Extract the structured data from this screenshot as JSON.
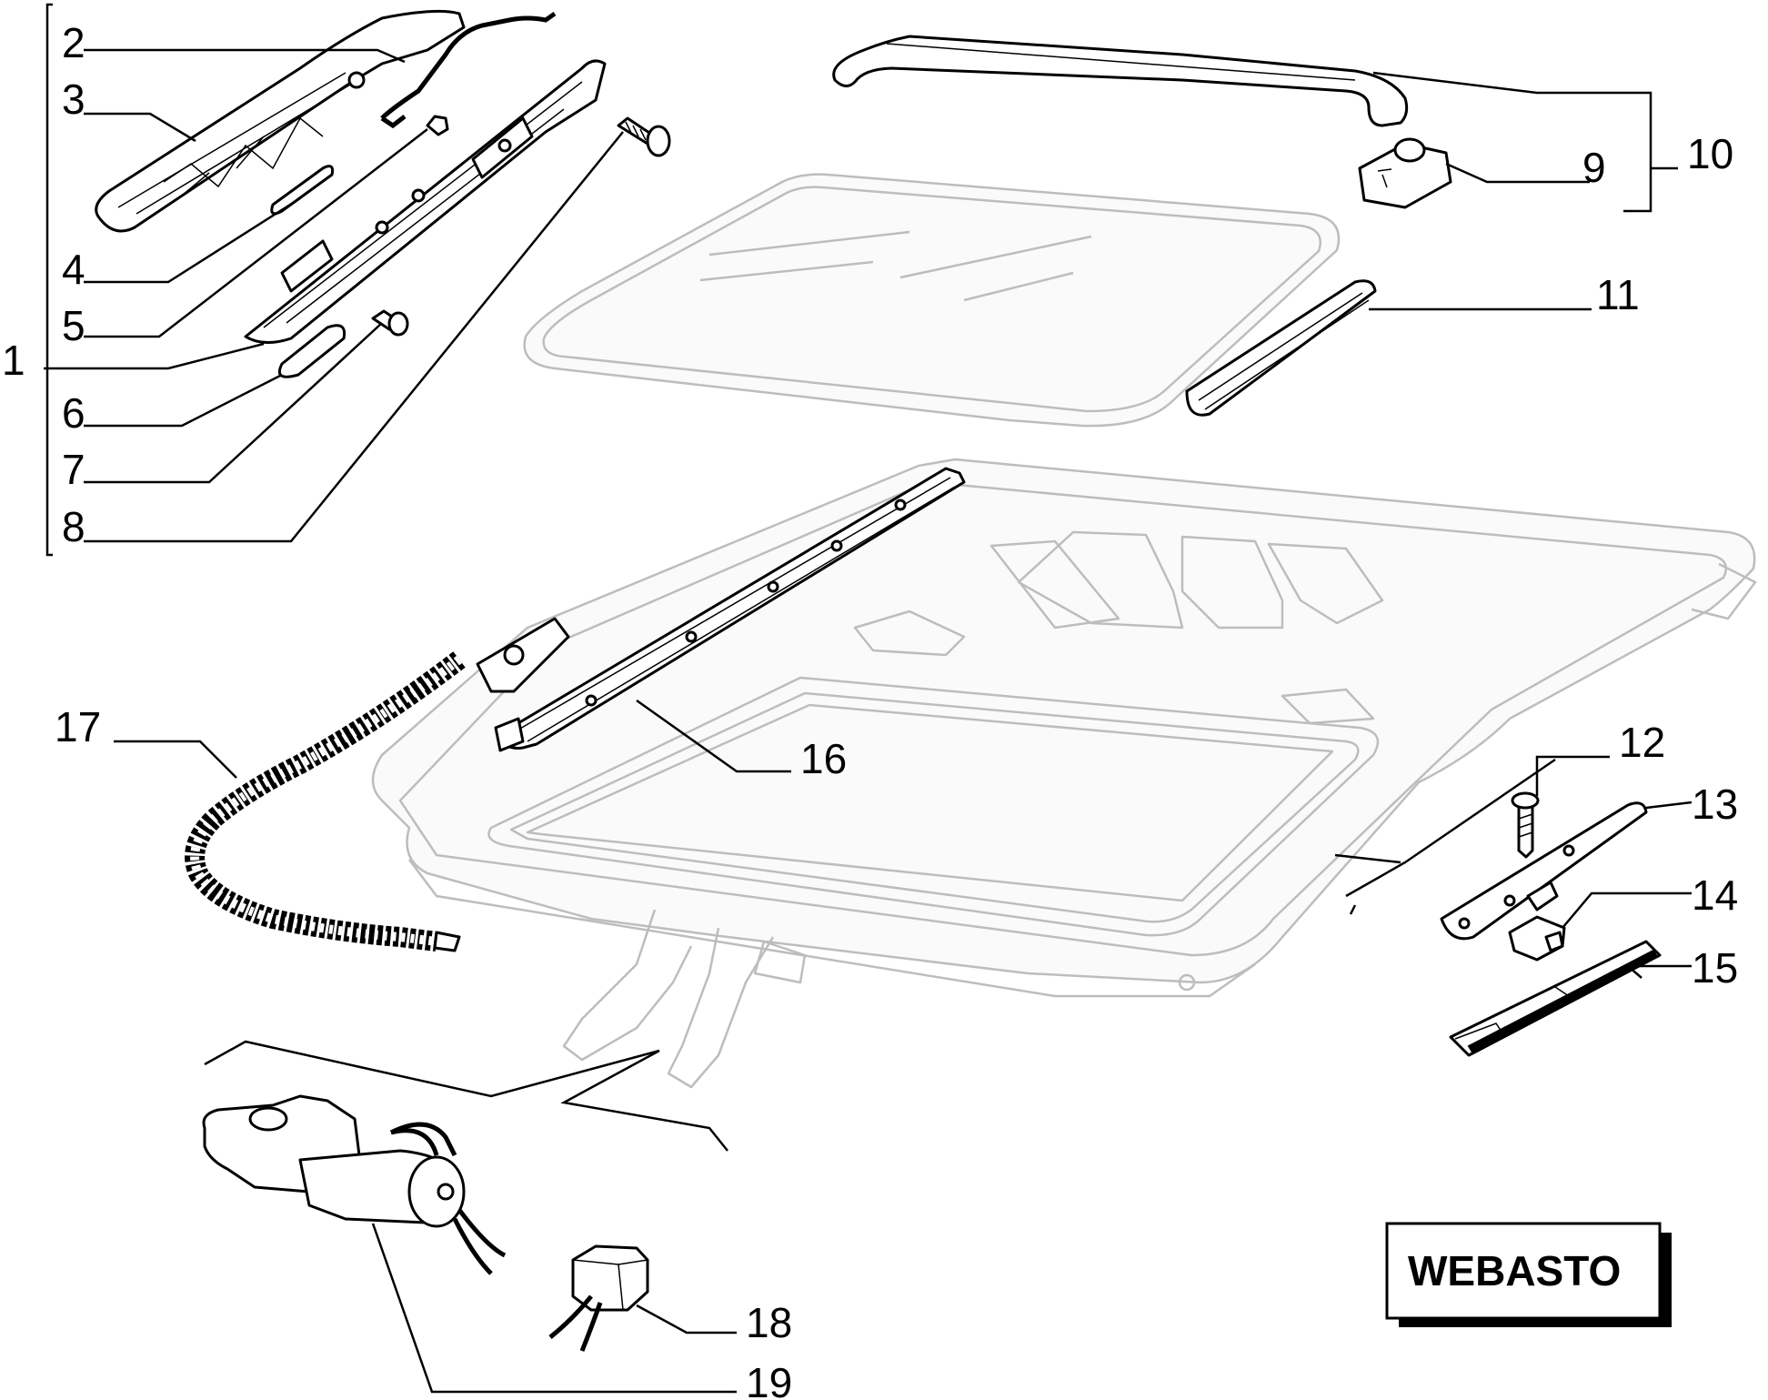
{
  "brand_label": "WEBASTO",
  "callouts": [
    {
      "key": "c1",
      "text": "1"
    },
    {
      "key": "c2",
      "text": "2"
    },
    {
      "key": "c3",
      "text": "3"
    },
    {
      "key": "c4",
      "text": "4"
    },
    {
      "key": "c5",
      "text": "5"
    },
    {
      "key": "c6",
      "text": "6"
    },
    {
      "key": "c7",
      "text": "7"
    },
    {
      "key": "c8",
      "text": "8"
    },
    {
      "key": "c9",
      "text": "9"
    },
    {
      "key": "c10",
      "text": "10"
    },
    {
      "key": "c11",
      "text": "11"
    },
    {
      "key": "c12",
      "text": "12"
    },
    {
      "key": "c13",
      "text": "13"
    },
    {
      "key": "c14",
      "text": "14"
    },
    {
      "key": "c15",
      "text": "15"
    },
    {
      "key": "c16",
      "text": "16"
    },
    {
      "key": "c17",
      "text": "17"
    },
    {
      "key": "c18",
      "text": "18"
    },
    {
      "key": "c19",
      "text": "19"
    }
  ]
}
